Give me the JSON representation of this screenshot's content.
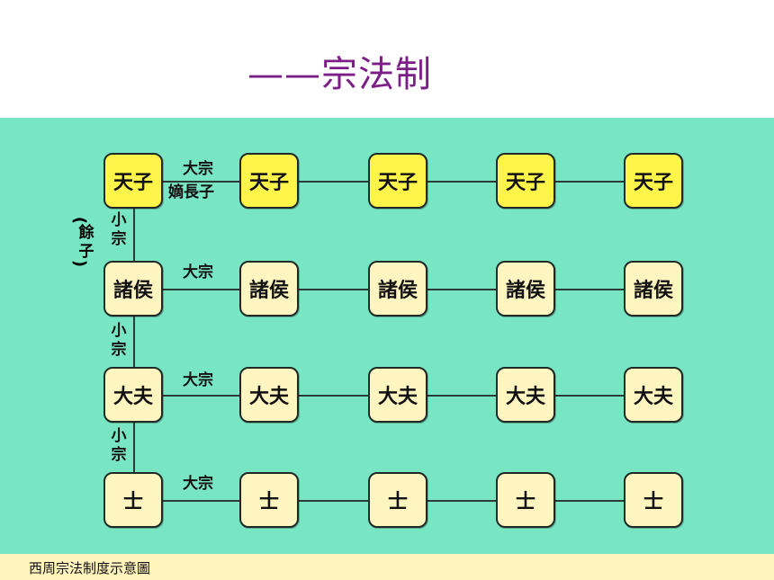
{
  "title": "——宗法制",
  "diagram": {
    "rows": [
      {
        "nodes": [
          "天子",
          "天子",
          "天子",
          "天子",
          "天子"
        ],
        "style": "yellow",
        "edge_label": "大宗",
        "edge_sublabel": "嫡長子"
      },
      {
        "nodes": [
          "諸侯",
          "諸侯",
          "諸侯",
          "諸侯",
          "諸侯"
        ],
        "style": "cream",
        "edge_label": "大宗"
      },
      {
        "nodes": [
          "大夫",
          "大夫",
          "大夫",
          "大夫",
          "大夫"
        ],
        "style": "cream",
        "edge_label": "大宗"
      },
      {
        "nodes": [
          "士",
          "士",
          "士",
          "士",
          "士"
        ],
        "style": "cream",
        "edge_label": "大宗"
      }
    ],
    "vertical_labels": [
      [
        "小",
        "宗"
      ],
      [
        "小",
        "宗"
      ],
      [
        "小",
        "宗"
      ]
    ],
    "side_note": {
      "open": "(",
      "chars": [
        "餘",
        "子"
      ],
      "close": ")"
    },
    "colors": {
      "background": "#79e6c3",
      "node_yellow": "#fff44a",
      "node_cream": "#fff5c0",
      "title": "#7b1e86",
      "caption_bar": "#fff4bb"
    }
  },
  "caption": "西周宗法制度示意圖"
}
